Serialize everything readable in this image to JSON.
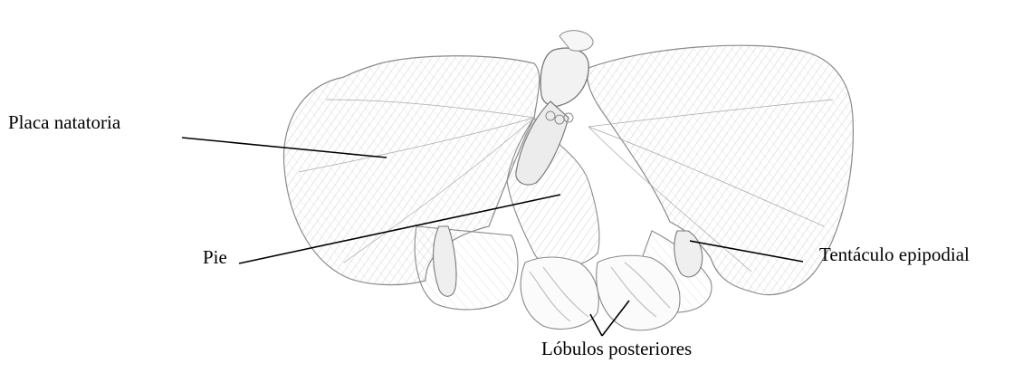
{
  "labels": {
    "placa_natatoria": "Placa natatoria",
    "pie": "Pie",
    "tentaculo_epipodial": "Tentáculo epipodial",
    "lobulos_posteriores": "Lóbulos posteriores"
  },
  "colors": {
    "ink": "#000000",
    "sketch": "#8a8a8a",
    "paper": "#ffffff"
  }
}
